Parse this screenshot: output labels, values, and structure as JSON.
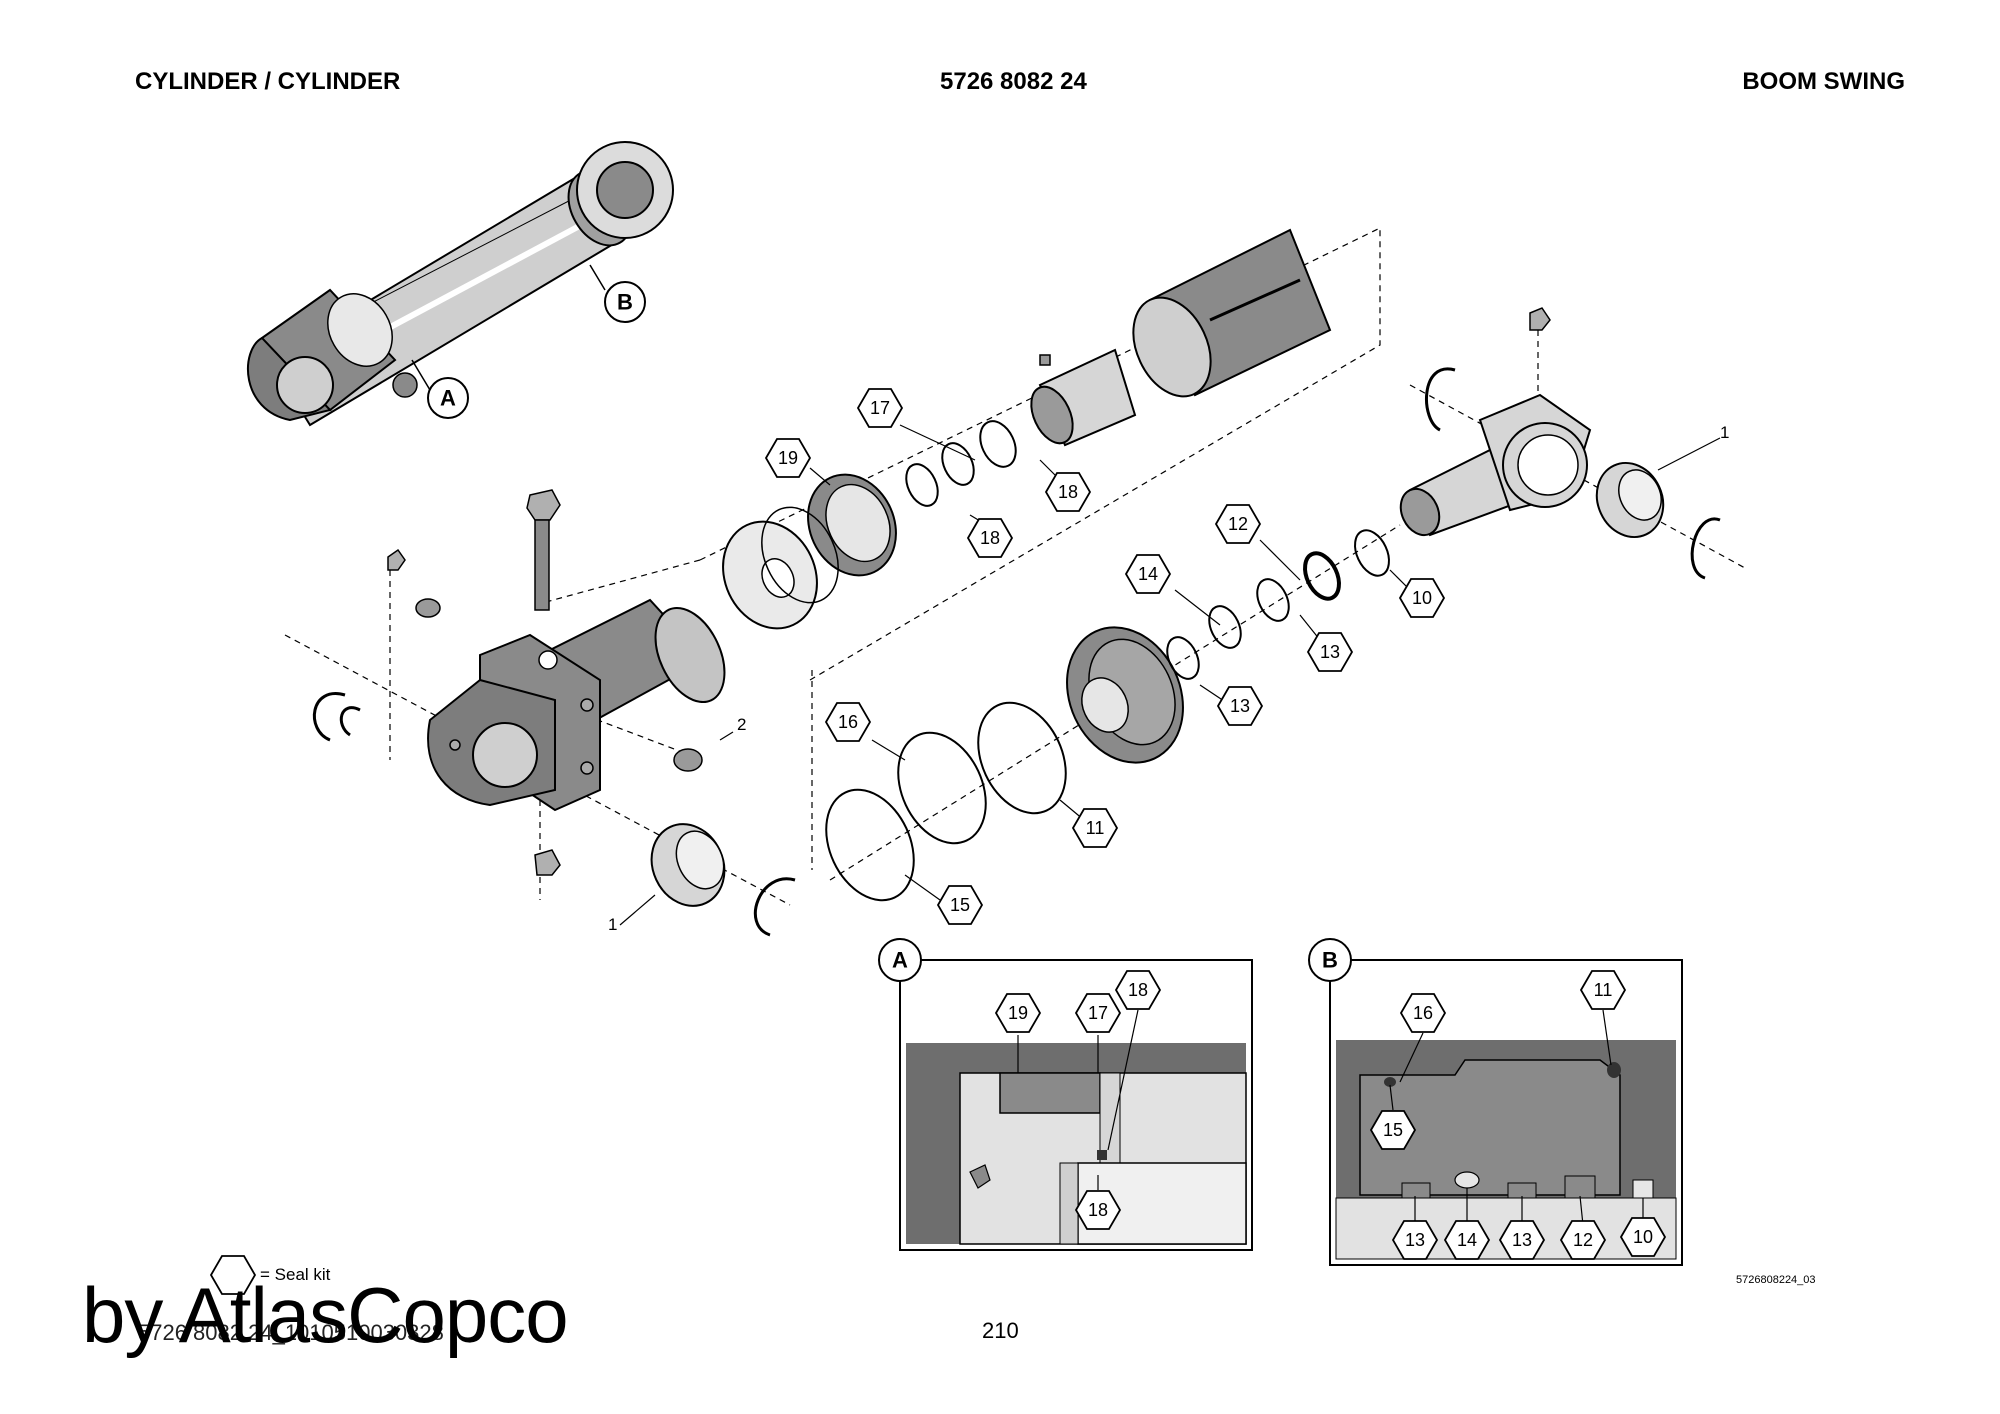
{
  "header": {
    "left": "CYLINDER / CYLINDER",
    "center": "5726 8082 24",
    "right": "BOOM SWING"
  },
  "callouts": [
    "19",
    "17",
    "18",
    "18",
    "12",
    "14",
    "10",
    "13",
    "13",
    "16",
    "11",
    "15"
  ],
  "plain_labels": [
    "1",
    "2",
    "1"
  ],
  "overview_labels": [
    "A",
    "B"
  ],
  "detail_a": {
    "letter": "A",
    "callouts": [
      "19",
      "17",
      "18",
      "18"
    ]
  },
  "detail_b": {
    "letter": "B",
    "callouts": [
      "16",
      "11",
      "15",
      "13",
      "14",
      "13",
      "12",
      "10"
    ]
  },
  "legend": {
    "text": "= Seal kit",
    "symbol": "hexagon-icon"
  },
  "drawing_ref": "5726808224_03",
  "doc_id": "5726 8082 24_1010510030328",
  "page_number": "210",
  "watermark": "by AtlasCopco",
  "colors": {
    "part_dark": "#8a8a8a",
    "part_light": "#d6d6d6",
    "section_dark": "#6e6e6e",
    "section_light": "#e2e2e2"
  }
}
